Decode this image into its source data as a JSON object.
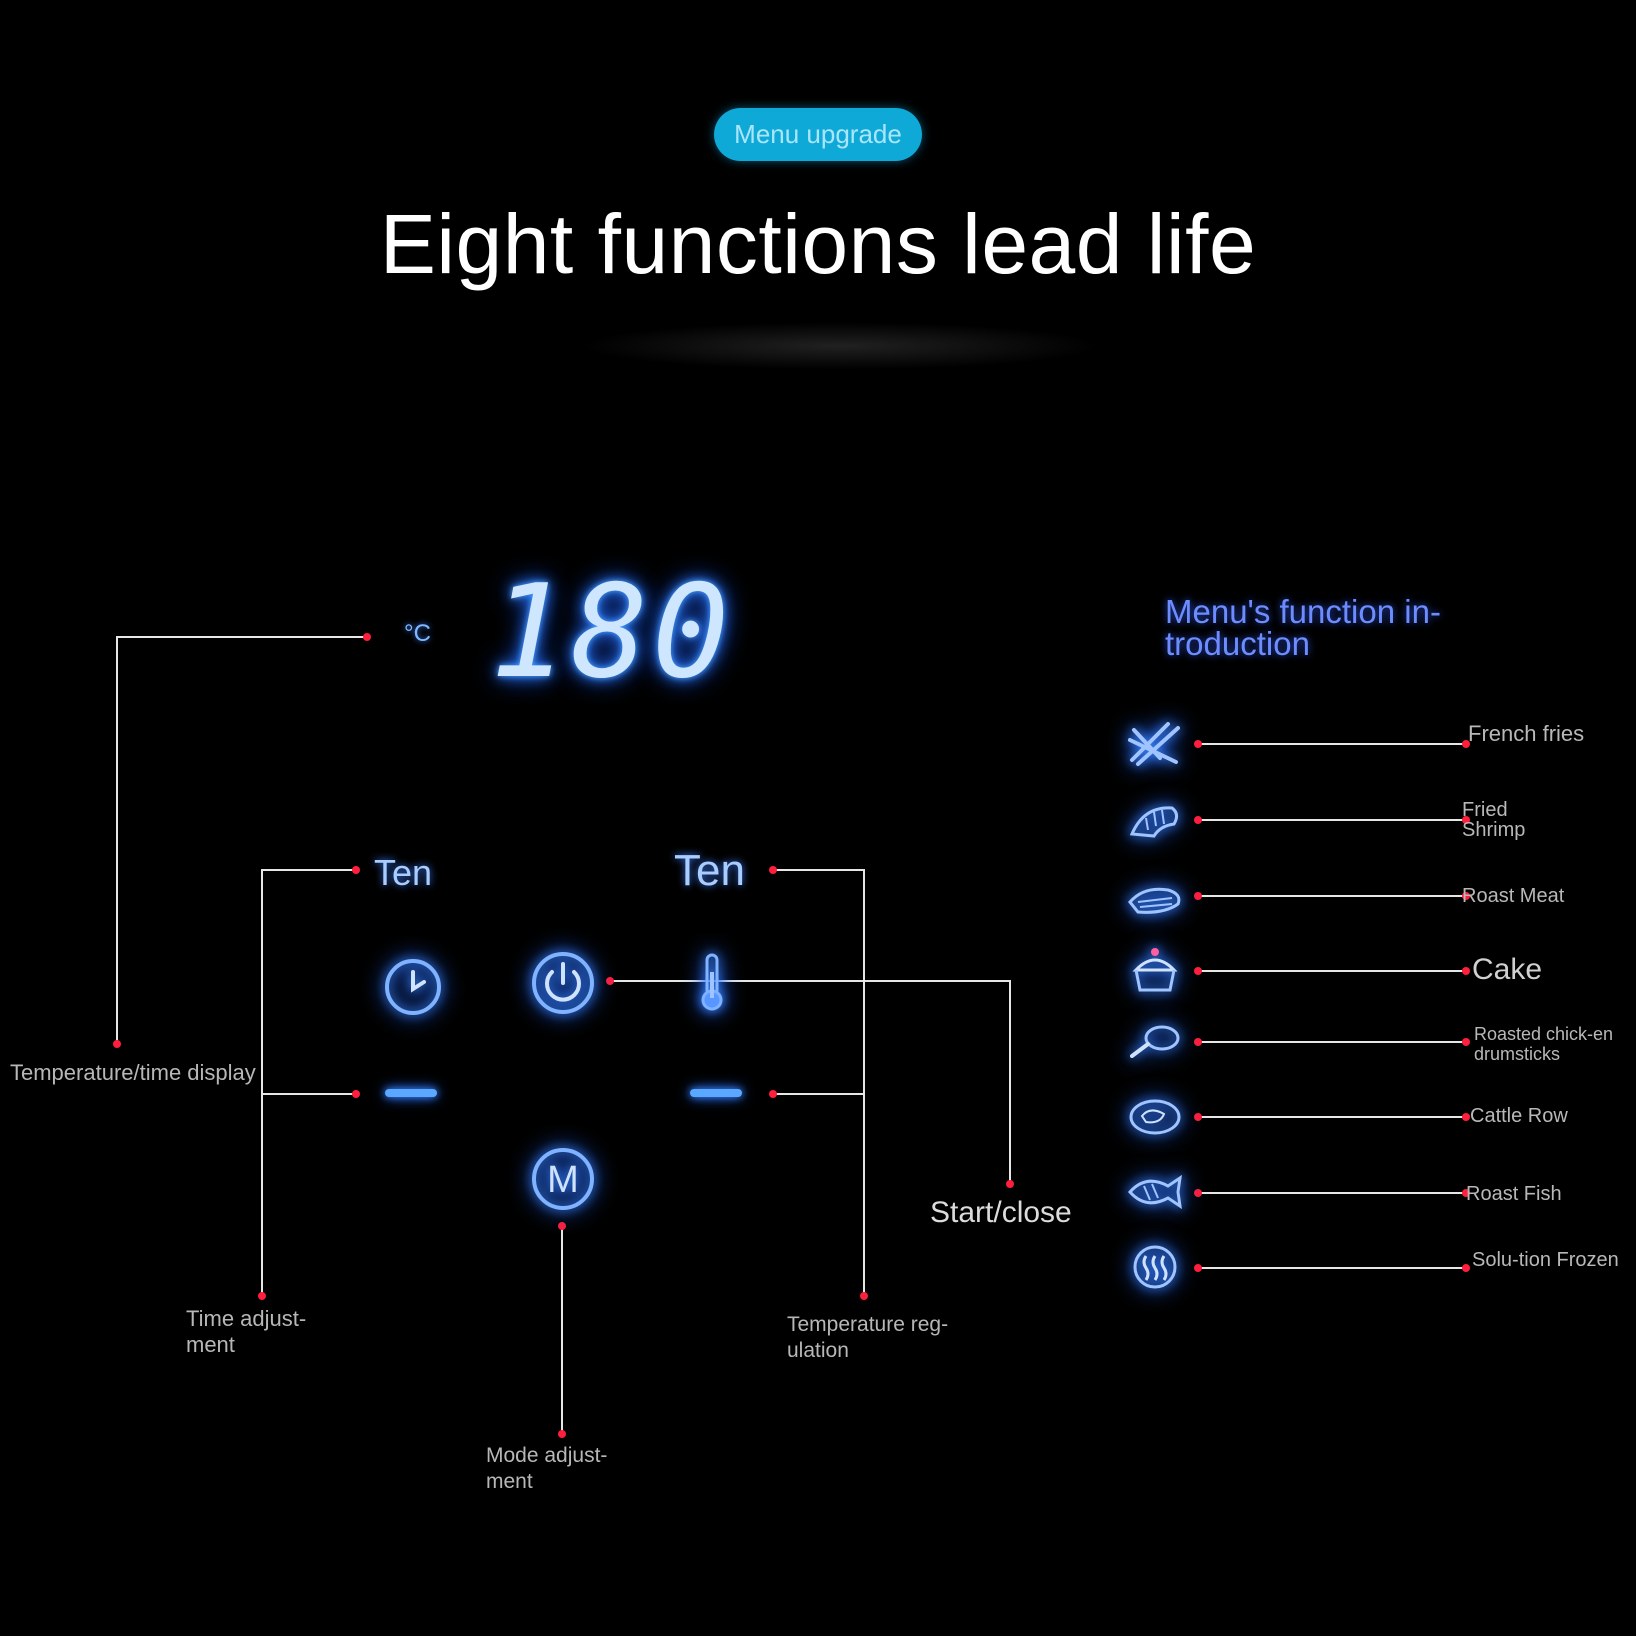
{
  "badge": {
    "label": "Menu upgrade"
  },
  "headline": "Eight functions lead life",
  "panel": {
    "display_value": "180",
    "temperature_unit": "°C",
    "time_value": "Ten",
    "temp_value": "Ten"
  },
  "callouts": {
    "display": "Temperature/time display",
    "time": "Time adjust-ment",
    "mode": "Mode adjust-ment",
    "temperature": "Temperature reg-ulation",
    "start": "Start/close"
  },
  "menu": {
    "title": "Menu's function in-troduction",
    "items": [
      {
        "label": "French fries",
        "icon": "french-fries-icon"
      },
      {
        "label": "Fried Shrimp",
        "icon": "shrimp-icon"
      },
      {
        "label": "Roast Meat",
        "icon": "roast-meat-icon"
      },
      {
        "label": "Cake",
        "icon": "cake-icon"
      },
      {
        "label": "Roasted chick-en drumsticks",
        "icon": "drumstick-icon"
      },
      {
        "label": "Cattle Row",
        "icon": "steak-icon"
      },
      {
        "label": "Roast Fish",
        "icon": "fish-icon"
      },
      {
        "label": "Solu-tion Frozen",
        "icon": "defrost-icon"
      }
    ]
  },
  "colors": {
    "glow_blue": "#3d8aff",
    "badge": "#0fa9d8",
    "leader_dot": "#ff1e3c"
  }
}
